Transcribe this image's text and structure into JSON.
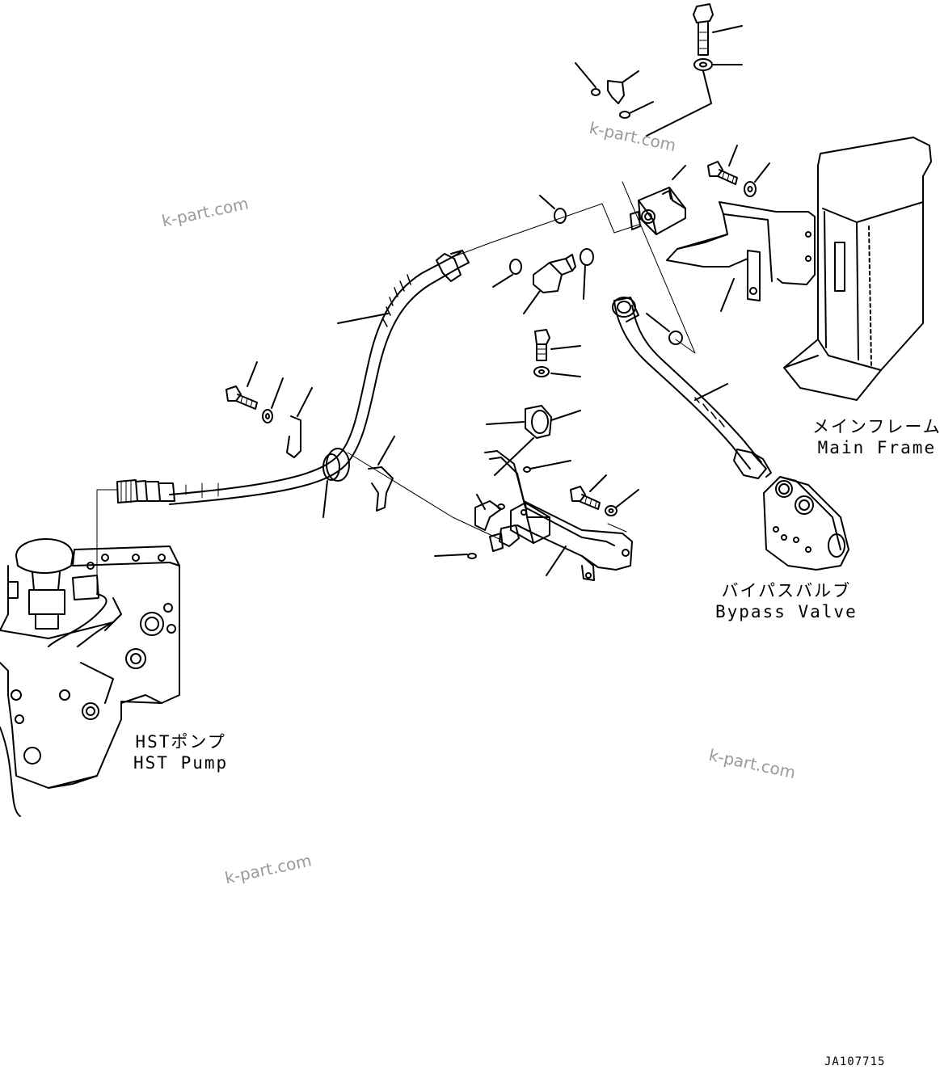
{
  "labels": {
    "main_frame": {
      "jp": "メインフレーム",
      "en": "Main Frame"
    },
    "bypass_valve": {
      "jp": "バイパスバルブ",
      "en": "Bypass Valve"
    },
    "hst_pump": {
      "jp": "HSTポンプ",
      "en": "HST Pump"
    }
  },
  "watermark": "k-part.com",
  "drawing_id": "JA107715",
  "colors": {
    "line": "#000000",
    "watermark": "#9a9a9a"
  }
}
